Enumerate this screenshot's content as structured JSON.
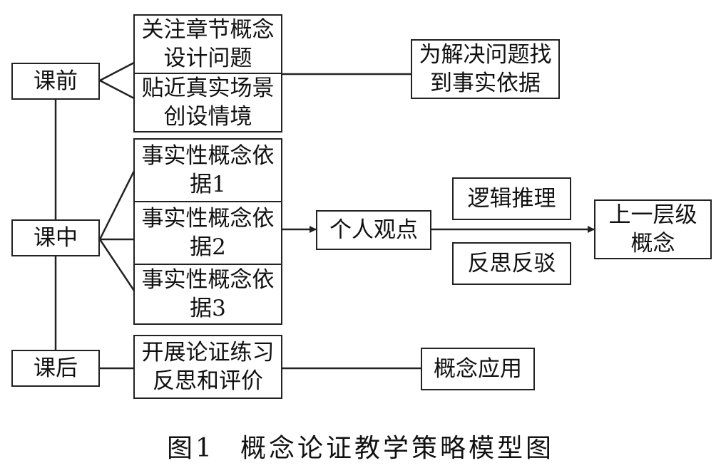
{
  "stages": {
    "pre": "课前",
    "mid": "课中",
    "post": "课后"
  },
  "pre_class": {
    "box1": "关注章节概念\n设计问题",
    "box2": "贴近真实场景\n创设情境",
    "result": "为解决问题找\n到事实依据"
  },
  "in_class": {
    "fact1": "事实性概念依\n据1",
    "fact2": "事实性概念依\n据2",
    "fact3": "事实性概念依\n据3",
    "viewpoint": "个人观点",
    "reasoning": "逻辑推理",
    "reflection": "反思反驳",
    "higher_concept": "上一层级\n概念"
  },
  "post_class": {
    "practice": "开展论证练习\n反思和评价",
    "application": "概念应用"
  },
  "caption": {
    "number": "图1",
    "title": "概念论证教学策略模型图"
  }
}
